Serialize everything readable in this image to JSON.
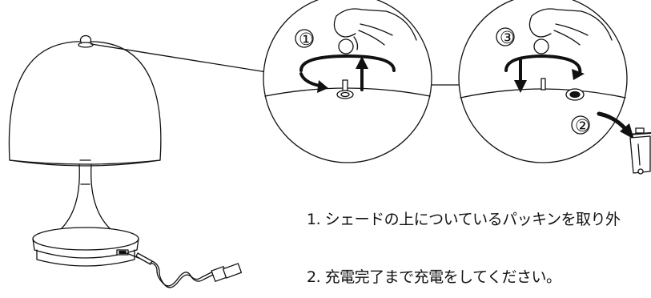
{
  "instructions": [
    {
      "label": "1. シェードの上についているパッキンを取り外"
    },
    {
      "label": "2. 充電完了まで充電をしてください。"
    }
  ],
  "callouts": {
    "step_one": "①",
    "step_two": "②",
    "step_three": "③"
  },
  "icons": [
    "lamp-illustration",
    "usb-cable-icon",
    "trash-bin-icon",
    "hand-icon",
    "rotate-arrow-icon",
    "up-arrow-icon",
    "down-arrow-icon",
    "rubber-packing-icon"
  ],
  "colors": {
    "line": "#111111",
    "background": "#ffffff"
  }
}
